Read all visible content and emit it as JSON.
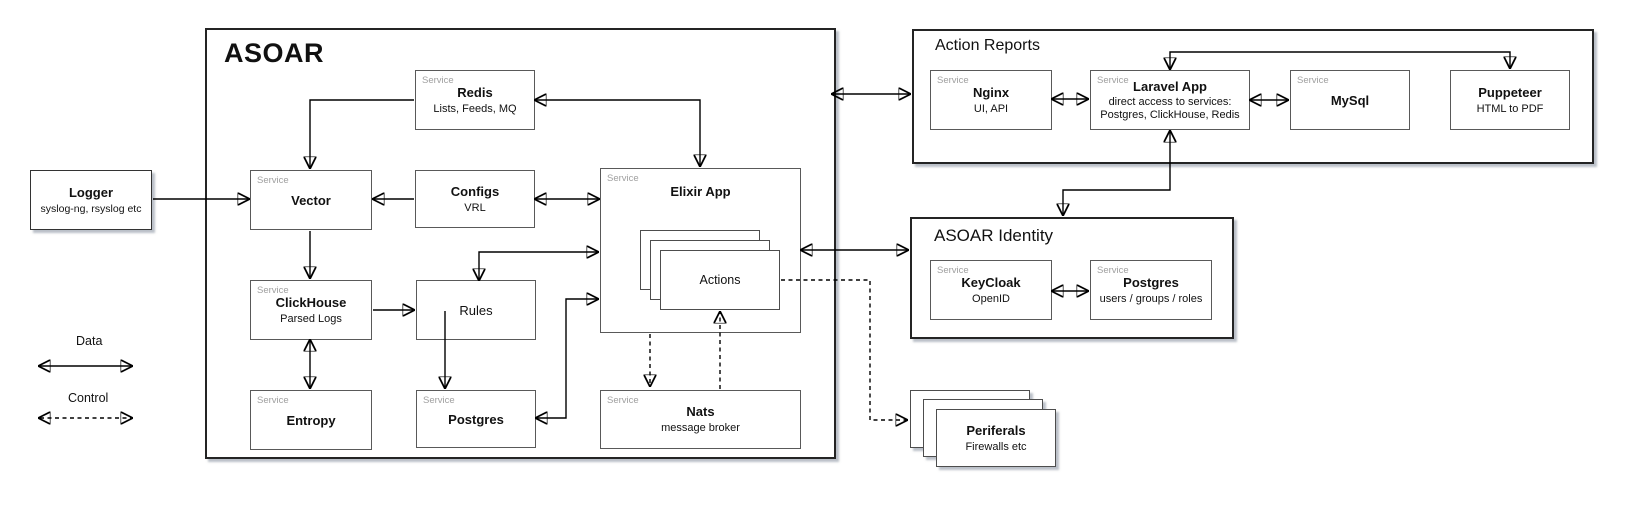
{
  "labels": {
    "service": "Service"
  },
  "logger": {
    "title": "Logger",
    "subtitle": "syslog-ng, rsyslog etc"
  },
  "legend": {
    "data_label": "Data",
    "control_label": "Control"
  },
  "asoar": {
    "title": "ASOAR",
    "nodes": {
      "redis": {
        "title": "Redis",
        "subtitle": "Lists, Feeds, MQ"
      },
      "vector": {
        "title": "Vector"
      },
      "configs": {
        "title": "Configs",
        "subtitle": "VRL"
      },
      "elixir": {
        "title": "Elixir App"
      },
      "actions": {
        "title": "Actions"
      },
      "clickhouse": {
        "title": "ClickHouse",
        "subtitle": "Parsed Logs"
      },
      "rules": {
        "title": "Rules"
      },
      "entropy": {
        "title": "Entropy"
      },
      "postgres": {
        "title": "Postgres"
      },
      "nats": {
        "title": "Nats",
        "subtitle": "message broker"
      }
    }
  },
  "action_reports": {
    "title": "Action Reports",
    "nodes": {
      "nginx": {
        "title": "Nginx",
        "subtitle": "UI, API"
      },
      "laravel": {
        "title": "Laravel App",
        "subtitle1": "direct access to services:",
        "subtitle2": "Postgres, ClickHouse, Redis"
      },
      "mysql": {
        "title": "MySql"
      },
      "puppeteer": {
        "title": "Puppeteer",
        "subtitle": "HTML to PDF"
      }
    }
  },
  "identity": {
    "title": "ASOAR Identity",
    "nodes": {
      "keycloak": {
        "title": "KeyCloak",
        "subtitle": "OpenID"
      },
      "postgres": {
        "title": "Postgres",
        "subtitle": "users / groups / roles"
      }
    }
  },
  "periferals": {
    "title": "Periferals",
    "subtitle": "Firewalls etc"
  },
  "colors": {
    "background": "#ffffff",
    "box_border": "#595959",
    "container_border": "#242424",
    "wire": "#000000",
    "service_tag": "#a0a0a0",
    "shadow": "#8c96a0"
  }
}
